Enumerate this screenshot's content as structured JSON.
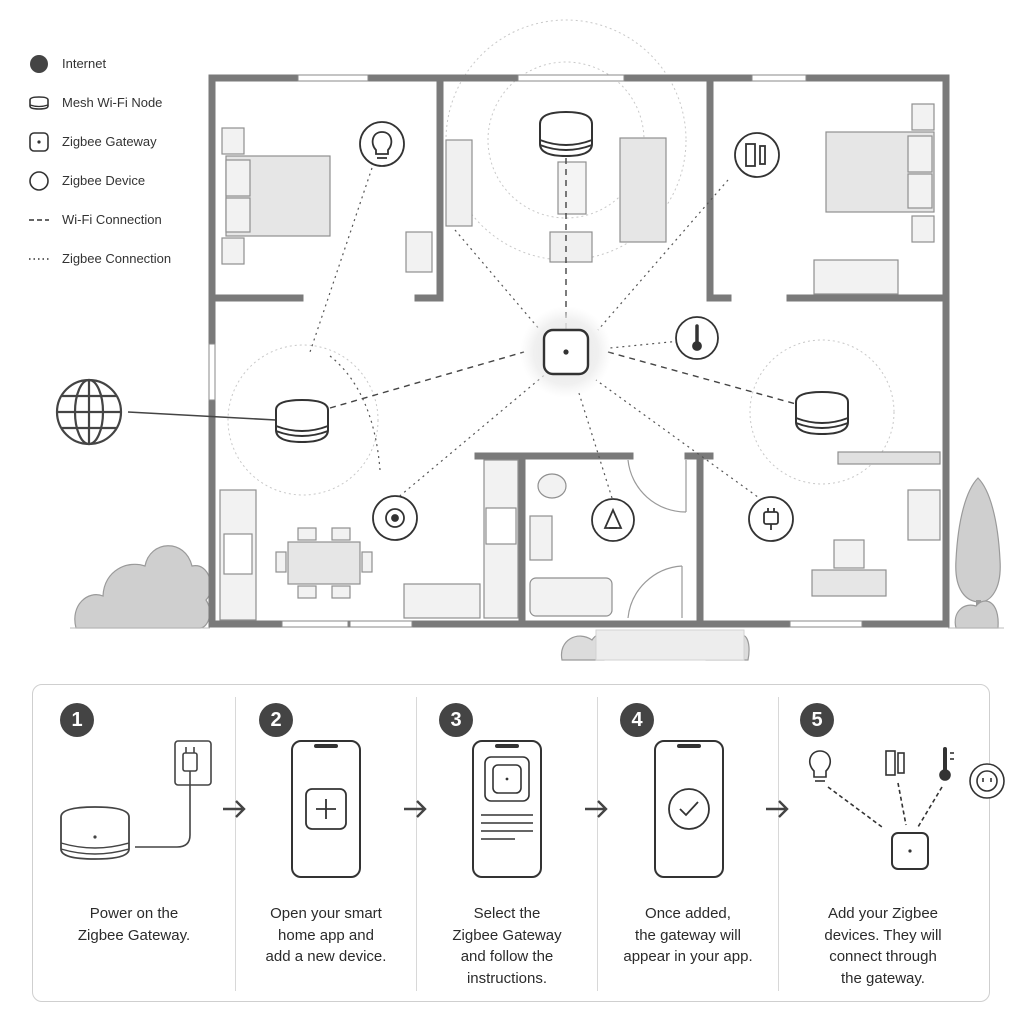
{
  "legend": {
    "items": [
      {
        "label": "Internet",
        "icon": "internet-dot-icon"
      },
      {
        "label": "Mesh Wi-Fi Node",
        "icon": "mesh-node-icon"
      },
      {
        "label": "Zigbee Gateway",
        "icon": "zigbee-gateway-icon"
      },
      {
        "label": "Zigbee Device",
        "icon": "zigbee-device-icon"
      },
      {
        "label": "Wi-Fi Connection",
        "icon": "wifi-connection-line-icon"
      },
      {
        "label": "Zigbee Connection",
        "icon": "zigbee-connection-line-icon"
      }
    ]
  },
  "floorplan": {
    "internet_icon": "globe-icon",
    "mesh_nodes": [
      "mesh-node-top",
      "mesh-node-left",
      "mesh-node-right"
    ],
    "gateway": "zigbee-gateway",
    "devices": [
      "bulb-icon",
      "contact-sensor-icon",
      "thermostat-icon",
      "motion-sensor-icon",
      "smoke-sensor-icon",
      "smart-plug-icon"
    ]
  },
  "steps": [
    {
      "number": "1",
      "text_lines": [
        "Power on the",
        "Zigbee Gateway."
      ]
    },
    {
      "number": "2",
      "text_lines": [
        "Open your smart",
        "home app and",
        "add a new device."
      ]
    },
    {
      "number": "3",
      "text_lines": [
        "Select the",
        "Zigbee Gateway",
        "and follow the",
        "instructions."
      ]
    },
    {
      "number": "4",
      "text_lines": [
        "Once added,",
        "the gateway will",
        "appear in your app."
      ]
    },
    {
      "number": "5",
      "text_lines": [
        "Add your Zigbee",
        "devices. They will",
        "connect through",
        "the gateway."
      ]
    }
  ],
  "colors": {
    "wall": "#7a7a7a",
    "line": "#444444",
    "accent_dark": "#444444",
    "panel_border": "#cfcfcf",
    "furniture_fill": "#e6e6e6"
  }
}
